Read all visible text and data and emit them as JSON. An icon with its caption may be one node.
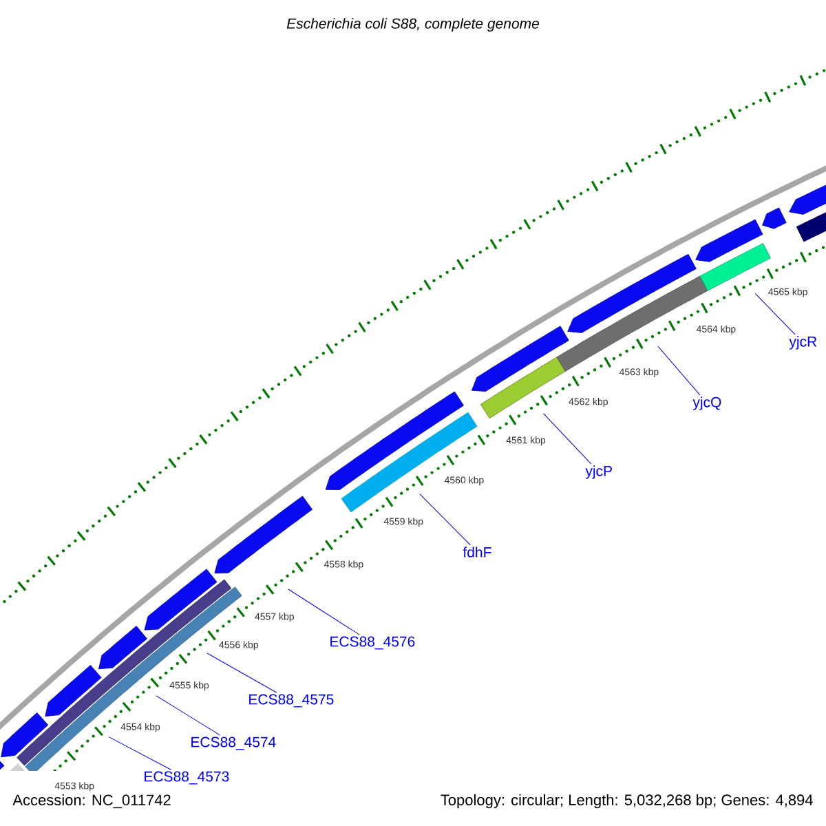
{
  "diagram": {
    "title": "Escherichia coli S88, complete genome",
    "nodes": [
      {
        "text": [
          "ECS88_4573"
        ]
      },
      {
        "text": [
          "ECS88_4574"
        ]
      },
      {
        "text": [
          "ECS88_4575"
        ]
      },
      {
        "text": [
          "ECS88_4576"
        ]
      },
      {
        "text": [
          "fdhF"
        ]
      },
      {
        "text": [
          "yjcP"
        ]
      },
      {
        "text": [
          "yjcQ"
        ]
      },
      {
        "text": [
          "yjcR"
        ]
      }
    ],
    "edges": [
      {
        "from": 0,
        "to": null,
        "arrow": "none"
      },
      {
        "from": 1,
        "to": null,
        "arrow": "none"
      },
      {
        "from": 2,
        "to": null,
        "arrow": "none"
      },
      {
        "from": 3,
        "to": null,
        "arrow": "none"
      },
      {
        "from": 4,
        "to": null,
        "arrow": "none"
      },
      {
        "from": 5,
        "to": null,
        "arrow": "none"
      },
      {
        "from": 6,
        "to": null,
        "arrow": "none"
      },
      {
        "from": 7,
        "to": null,
        "arrow": "none"
      }
    ],
    "labels": [
      "4553 kbp",
      "4554 kbp",
      "4555 kbp",
      "4556 kbp",
      "4557 kbp",
      "4558 kbp",
      "4559 kbp",
      "4560 kbp",
      "4561 kbp",
      "4562 kbp",
      "4563 kbp",
      "4564 kbp",
      "4565 kbp",
      "Accession: NC_011742",
      "Topology: circular; Length: 5,032,268 bp; Genes: 4,894"
    ]
  }
}
